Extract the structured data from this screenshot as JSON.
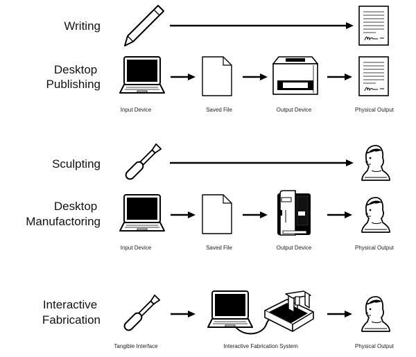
{
  "rows": {
    "writing": {
      "title_lines": [
        "Writing"
      ]
    },
    "desktop_publishing": {
      "title_lines": [
        "Desktop",
        "Publishing"
      ],
      "captions": [
        "Input Device",
        "Saved File",
        "Output Device",
        "Physical Output"
      ]
    },
    "sculpting": {
      "title_lines": [
        "Sculpting"
      ]
    },
    "desktop_manufactoring": {
      "title_lines": [
        "Desktop",
        "Manufactoring"
      ],
      "captions": [
        "Input Device",
        "Saved File",
        "Output Device",
        "Physical Output"
      ]
    },
    "interactive_fabrication": {
      "title_lines": [
        "Interactive",
        "Fabrication"
      ],
      "captions": [
        "Tangible Interface",
        "Interactive Fabrication System",
        "Physical Output"
      ]
    }
  },
  "icons": {
    "pen": "pen-icon",
    "laptop": "laptop-icon",
    "file": "saved-file-icon",
    "printer": "printer-icon",
    "printer3d": "3d-printer-icon",
    "document": "document-icon",
    "chisel": "chisel-icon",
    "bust": "bust-sculpture-icon",
    "fabricator": "fabrication-machine-icon"
  }
}
